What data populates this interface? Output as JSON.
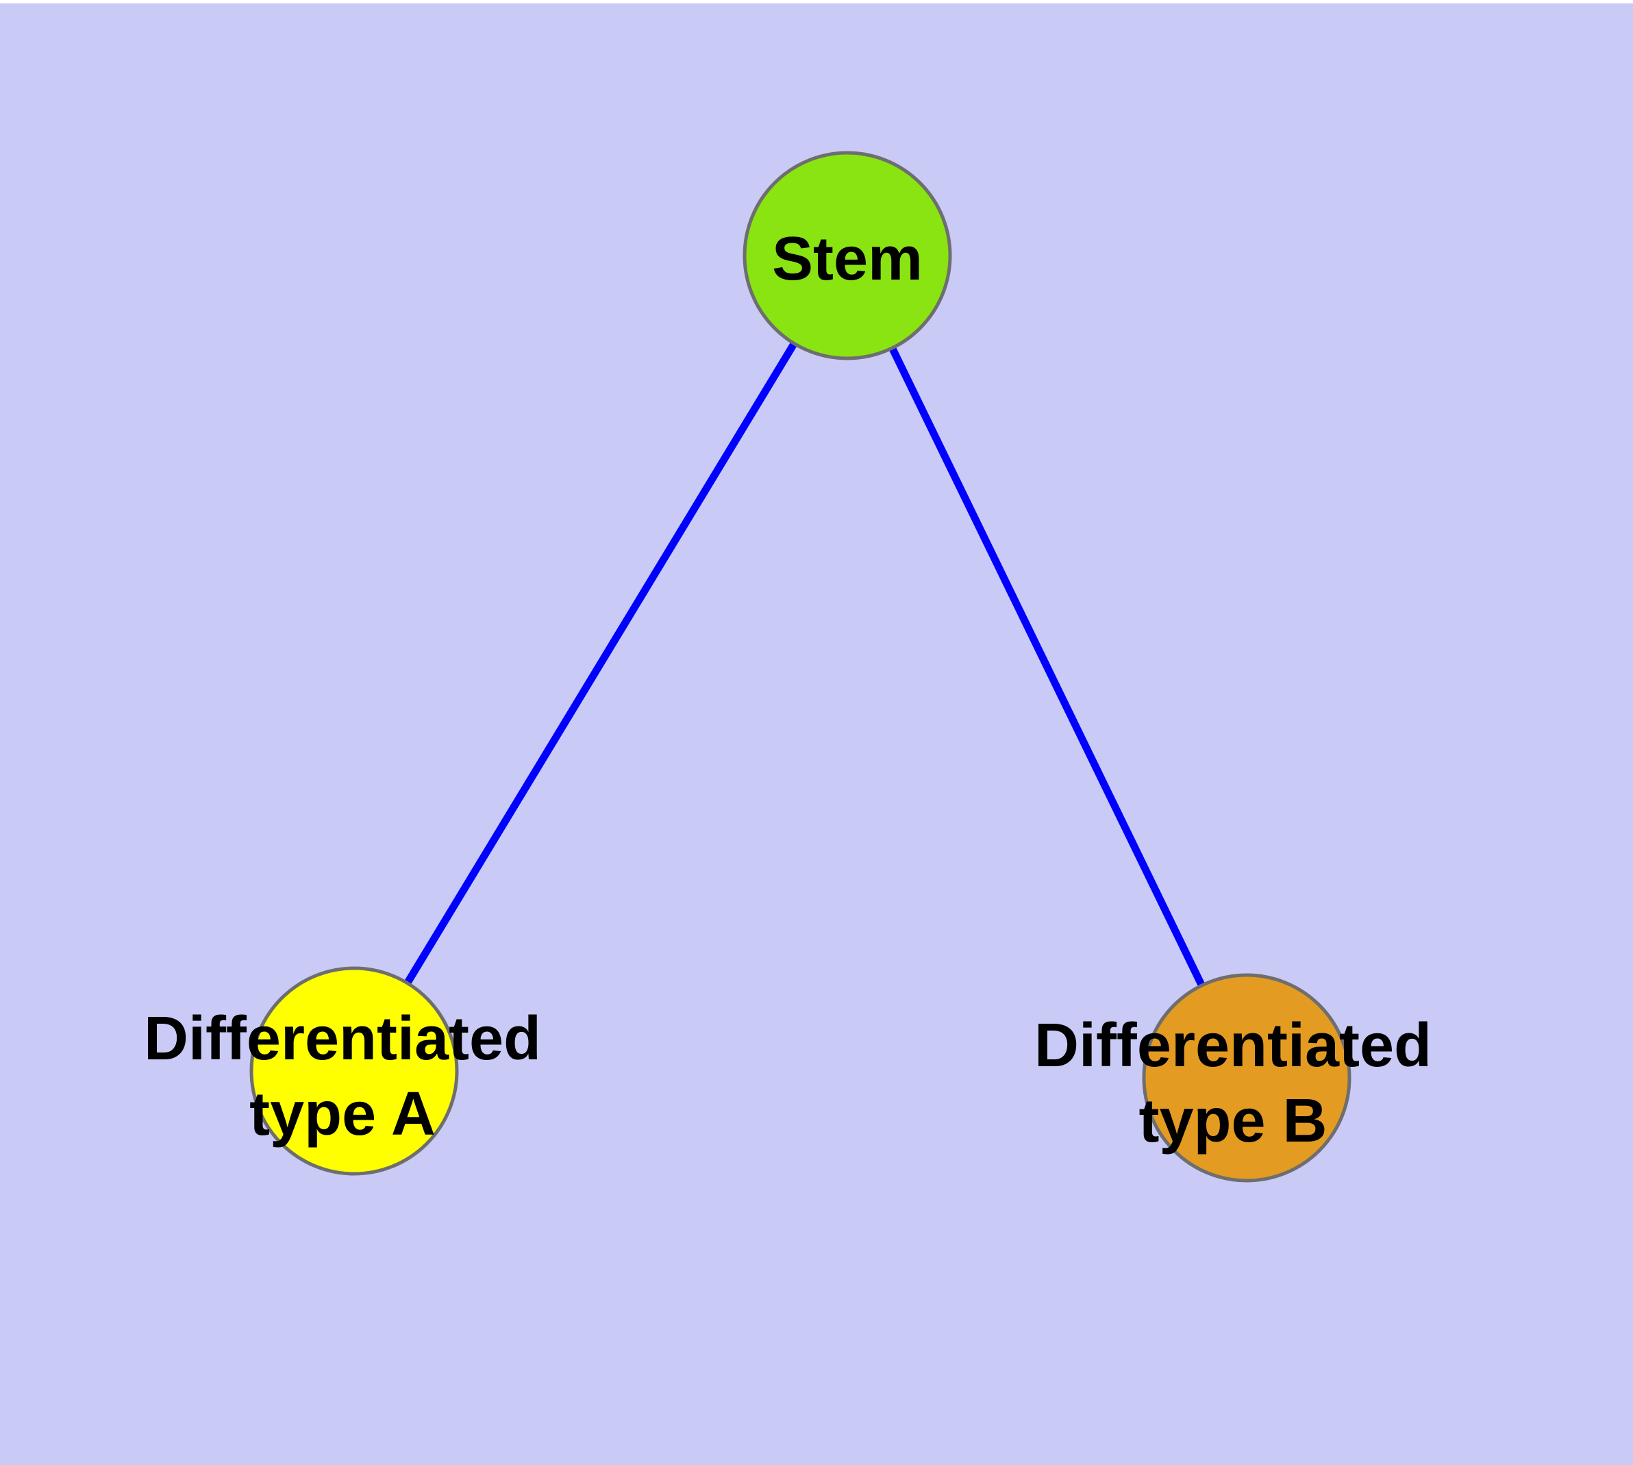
{
  "diagram": {
    "type": "graph",
    "background_color": "#cacaf7",
    "edge_color": "#0000ff",
    "node_border_color": "#6e6e6e",
    "label_color": "#000000",
    "nodes": {
      "stem": {
        "label": "Stem",
        "color": "#89e412"
      },
      "type_a": {
        "label_line1": "Differentiated",
        "label_line2": "type A",
        "color": "#ffff00"
      },
      "type_b": {
        "label_line1": "Differentiated",
        "label_line2": "type B",
        "color": "#e49b21"
      }
    },
    "edges": [
      {
        "from": "Stem",
        "to": "Differentiated type A"
      },
      {
        "from": "Stem",
        "to": "Differentiated type B"
      }
    ]
  }
}
